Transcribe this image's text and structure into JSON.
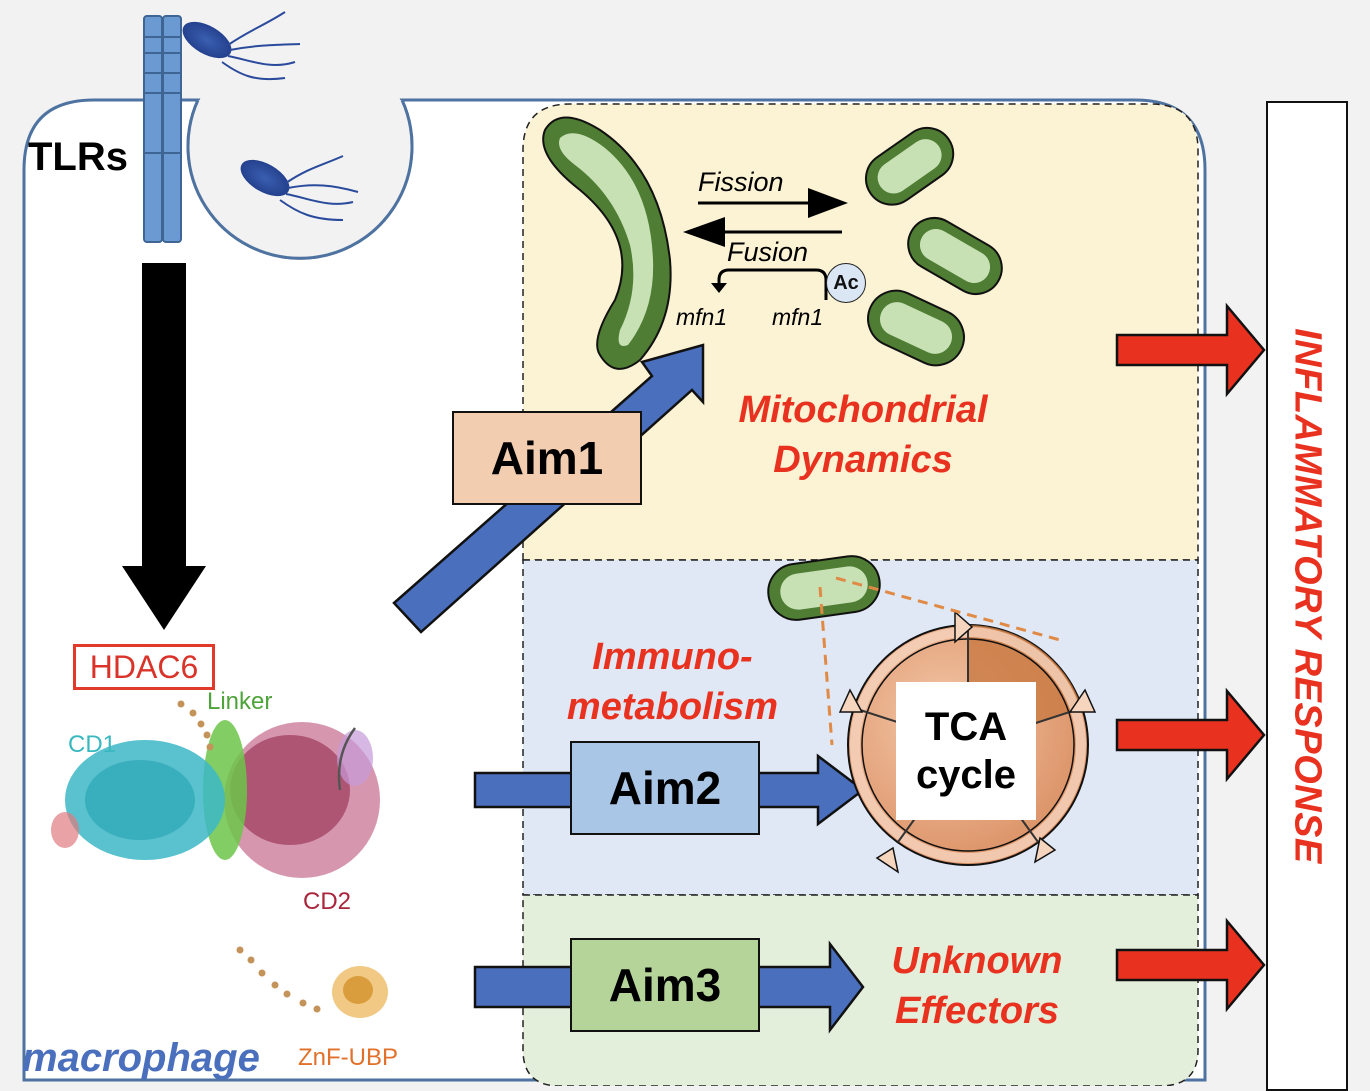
{
  "diagram": {
    "cell_label": "macrophage",
    "receptor_label": "TLRs",
    "output_label": "INFLAMMATORY RESPONSE",
    "protein": {
      "name": "HDAC6",
      "domains": {
        "cd1": "CD1",
        "linker": "Linker",
        "cd2": "CD2",
        "znf": "ZnF-UBP"
      }
    },
    "aims": [
      {
        "label": "Aim1",
        "target": "Mitochondrial Dynamics",
        "target_lines": [
          "Mitochondrial",
          "Dynamics"
        ],
        "box_color": "#f2cdb0"
      },
      {
        "label": "Aim2",
        "target": "Immuno-metabolism",
        "target_lines": [
          "Immuno-",
          "metabolism"
        ],
        "box_color": "#a9c6e6"
      },
      {
        "label": "Aim3",
        "target": "Unknown Effectors",
        "target_lines": [
          "Unknown",
          "Effectors"
        ],
        "box_color": "#b5d49a"
      }
    ],
    "mito_dynamics": {
      "fission_label": "Fission",
      "fusion_label": "Fusion",
      "gene_left": "mfn1",
      "gene_right": "mfn1",
      "acetyl_label": "Ac"
    },
    "tca": {
      "line1": "TCA",
      "line2": "cycle"
    },
    "colors": {
      "panel_mito": "#fcf2d4",
      "panel_metab": "#dfe8f4",
      "panel_effect": "#e3eedb",
      "aim_arrow": "#4a6fbd",
      "output_arrow": "#e8321f",
      "text_red": "#e8321f",
      "membrane": "#4f73a0",
      "mito_dark": "#4f7d34",
      "mito_light": "#c7e1b5"
    }
  }
}
